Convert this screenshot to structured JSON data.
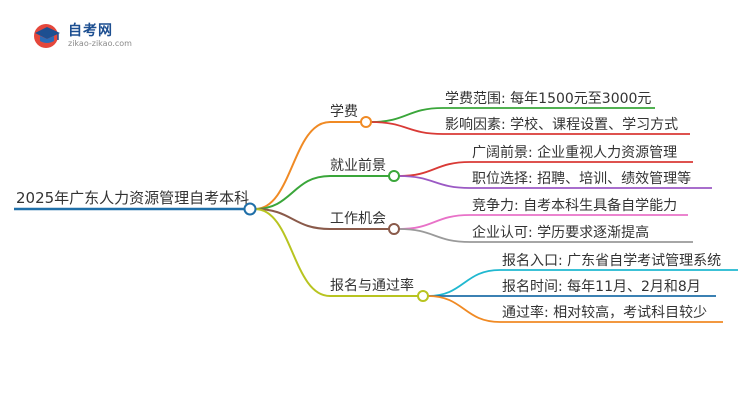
{
  "logo": {
    "name": "自考网",
    "url": "zikao-zikao.com",
    "icon": "graduation-cap-icon"
  },
  "mindmap": {
    "root": {
      "label": "2025年广东人力资源管理自考本科",
      "color": "#1f6fa8"
    },
    "branches": [
      {
        "label": "学费",
        "color": "#f08a24",
        "children": [
          {
            "label": "学费范围: 每年1500元至3000元",
            "color": "#3aa63a"
          },
          {
            "label": "影响因素: 学校、课程设置、学习方式",
            "color": "#d93a36"
          }
        ]
      },
      {
        "label": "就业前景",
        "color": "#3aa63a",
        "children": [
          {
            "label": "广阔前景: 企业重视人力资源管理",
            "color": "#d93a36"
          },
          {
            "label": "职位选择: 招聘、培训、绩效管理等",
            "color": "#9b59c4"
          }
        ]
      },
      {
        "label": "工作机会",
        "color": "#8a5a4a",
        "children": [
          {
            "label": "竞争力: 自考本科生具备自学能力",
            "color": "#e872c8"
          },
          {
            "label": "企业认可: 学历要求逐渐提高",
            "color": "#9a9a9a"
          }
        ]
      },
      {
        "label": "报名与通过率",
        "color": "#b8c420",
        "children": [
          {
            "label": "报名入口: 广东省自学考试管理系统",
            "color": "#20b8d0"
          },
          {
            "label": "报名时间: 每年11月、2月和8月",
            "color": "#1f6fa8"
          },
          {
            "label": "通过率: 相对较高，考试科目较少",
            "color": "#f08a24"
          }
        ]
      }
    ]
  }
}
